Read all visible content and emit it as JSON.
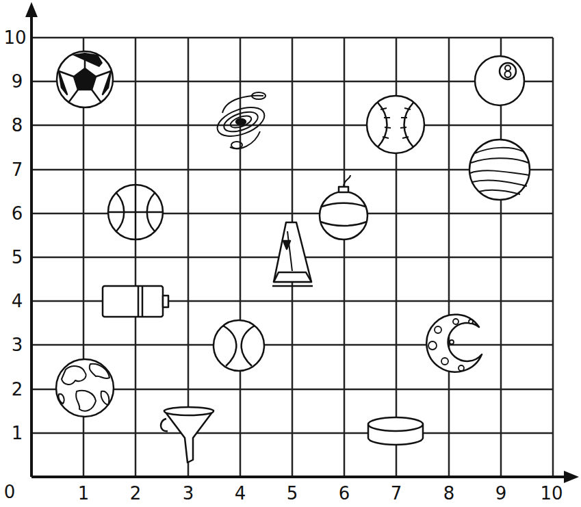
{
  "diagram": {
    "labels": [
      "10",
      "9",
      "8",
      "7",
      "6",
      "5",
      "4",
      "3",
      "2",
      "1",
      "0",
      "1",
      "2",
      "3",
      "4",
      "5",
      "6",
      "7",
      "8",
      "9",
      "10"
    ]
  }
}
